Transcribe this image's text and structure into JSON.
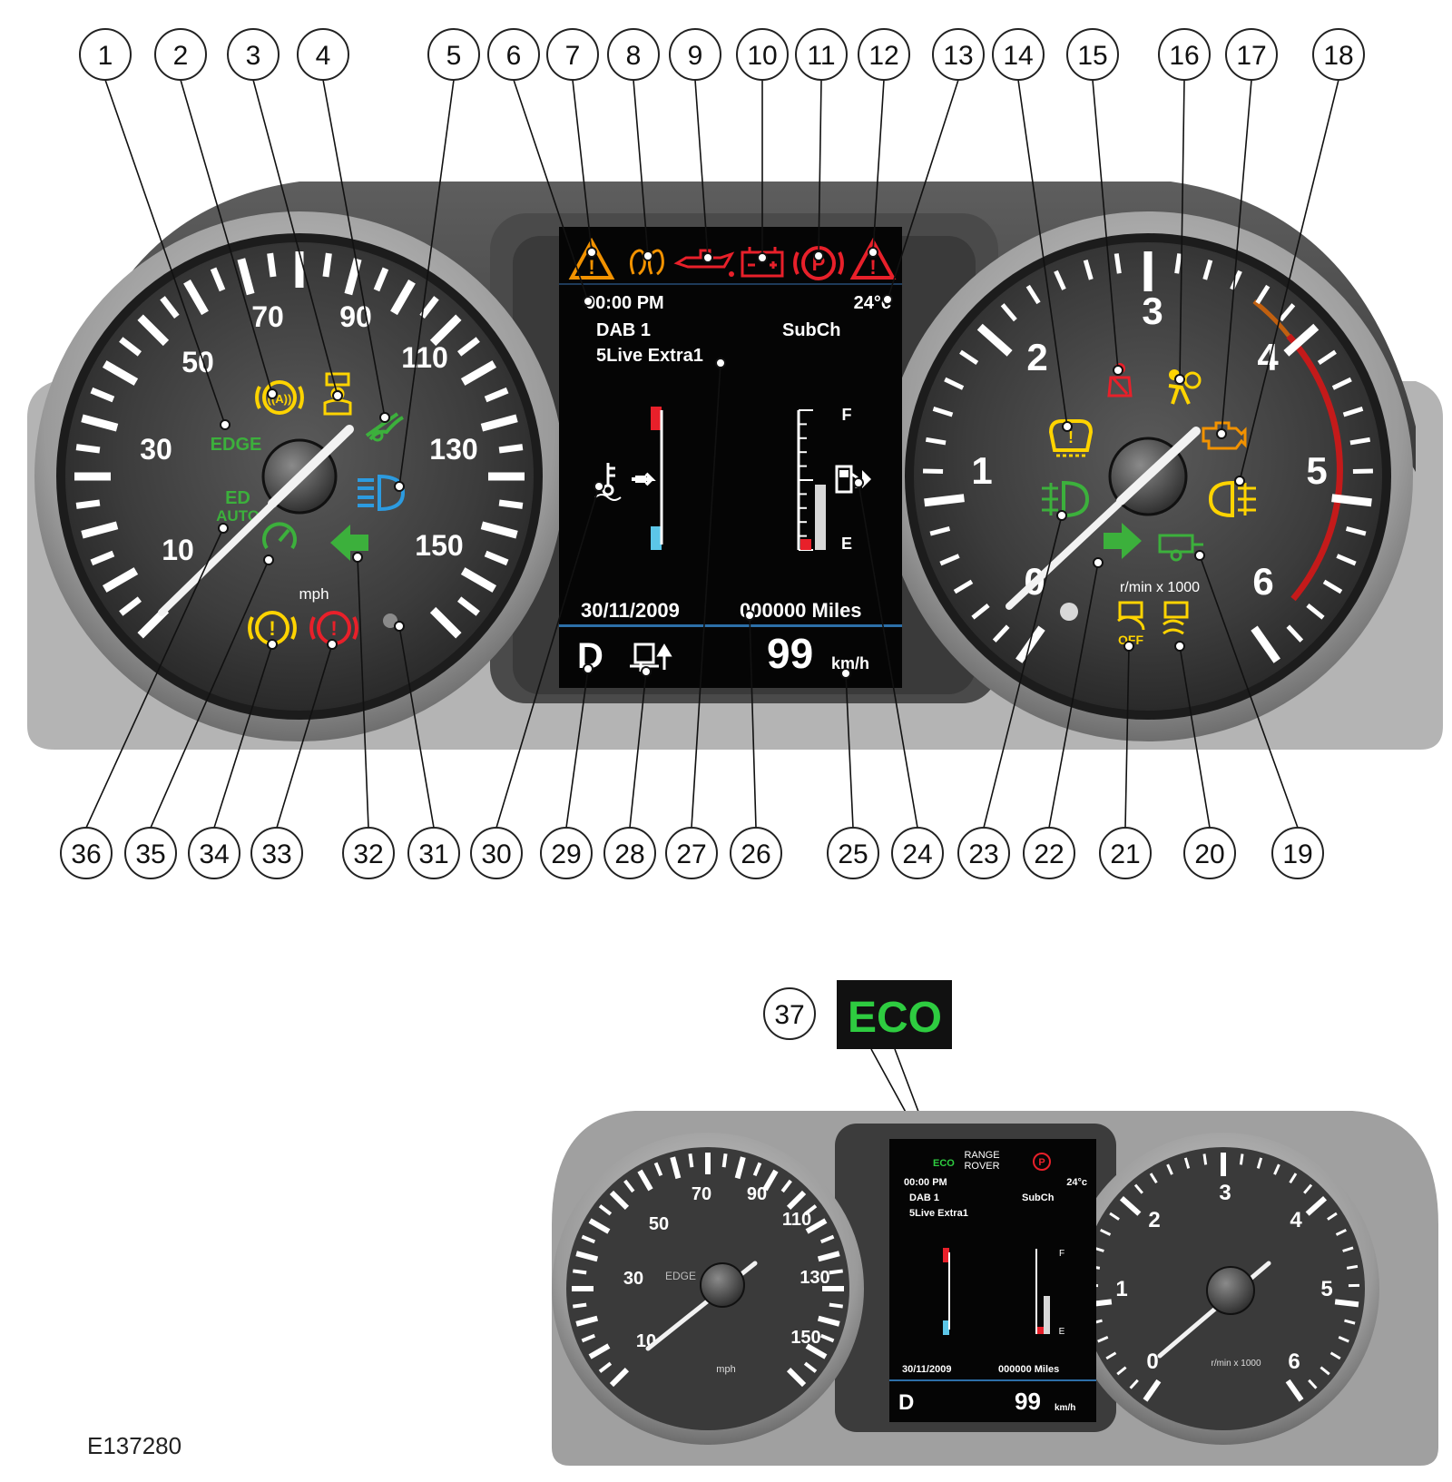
{
  "callouts_top": [
    "1",
    "2",
    "3",
    "4",
    "5",
    "6",
    "7",
    "8",
    "9",
    "10",
    "11",
    "12",
    "13",
    "14",
    "15",
    "16",
    "17",
    "18"
  ],
  "callouts_bottom": [
    "36",
    "35",
    "34",
    "33",
    "32",
    "31",
    "30",
    "29",
    "28",
    "27",
    "26",
    "25",
    "24",
    "23",
    "22",
    "21",
    "20",
    "19"
  ],
  "callout_eco": "37",
  "eco_label": "ECO",
  "figure_ref": "E137280",
  "speedo": {
    "labels": [
      "10",
      "30",
      "50",
      "70",
      "90",
      "110",
      "130",
      "150"
    ],
    "unit": "mph",
    "edge_lamp": "EDGE",
    "auto_lamp_line1": "ED",
    "auto_lamp_line2": "AUTO"
  },
  "tacho": {
    "labels": [
      "0",
      "1",
      "2",
      "3",
      "4",
      "5",
      "6"
    ],
    "unit": "r/min x 1000"
  },
  "display": {
    "time": "00:00 PM",
    "temp": "24°c",
    "source": "DAB 1",
    "subch": "SubCh",
    "station": "5Live Extra1",
    "fuel_full": "F",
    "fuel_empty": "E",
    "date": "30/11/2009",
    "odometer": "000000 Miles",
    "gear": "D",
    "speed": "99",
    "speed_unit": "km/h",
    "logo_line1": "RANGE",
    "logo_line2": "ROVER"
  },
  "colors": {
    "amber": "#f29200",
    "red": "#e8202a",
    "yellow": "#ffd400",
    "green": "#3cb03c",
    "blue": "#2c9be0",
    "eco_green": "#2ecc40",
    "white_warning": "#ffffff"
  }
}
